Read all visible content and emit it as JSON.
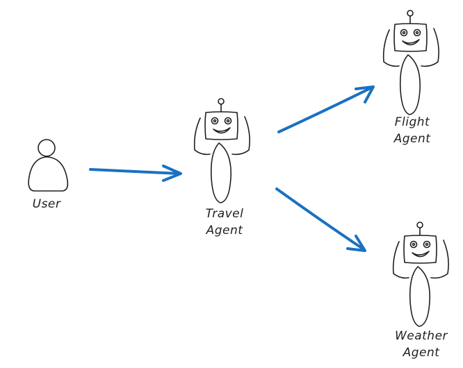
{
  "colors": {
    "stroke": "#1e1e1e",
    "arrow": "#1971c2",
    "background": "#ffffff"
  },
  "nodes": {
    "user": {
      "icon": "person-icon",
      "label": "User"
    },
    "travel_agent": {
      "icon": "robot-icon",
      "label_line1": "Travel",
      "label_line2": "Agent"
    },
    "flight_agent": {
      "icon": "robot-icon",
      "label_line1": "Flight",
      "label_line2": "Agent"
    },
    "weather_agent": {
      "icon": "robot-icon",
      "label_line1": "Weather",
      "label_line2": "Agent"
    }
  },
  "edges": [
    {
      "from": "User",
      "to": "Travel Agent"
    },
    {
      "from": "Travel Agent",
      "to": "Flight Agent"
    },
    {
      "from": "Travel Agent",
      "to": "Weather Agent"
    }
  ]
}
